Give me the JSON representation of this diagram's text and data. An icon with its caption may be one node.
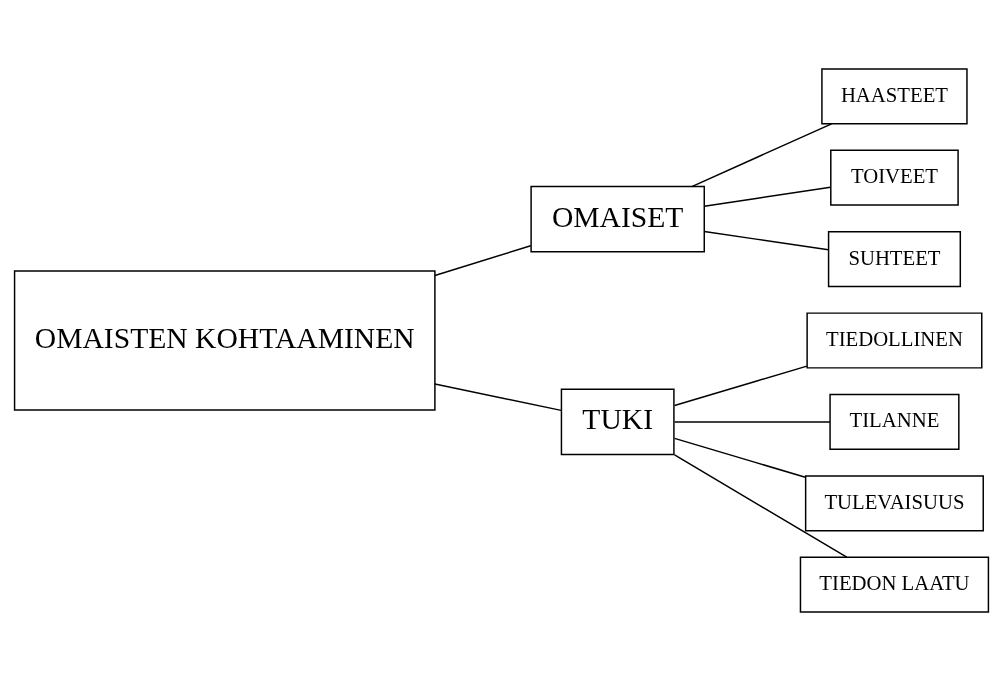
{
  "diagram": {
    "nodes": [
      {
        "text": [
          "OMAISTEN KOHTAAMINEN"
        ]
      },
      {
        "text": [
          "OMAISET"
        ]
      },
      {
        "text": [
          "HAASTEET"
        ]
      },
      {
        "text": [
          "TOIVEET"
        ]
      },
      {
        "text": [
          "SUHTEET"
        ]
      },
      {
        "text": [
          "TUKI"
        ]
      },
      {
        "text": [
          "TIEDOLLINEN"
        ]
      },
      {
        "text": [
          "TILANNE"
        ]
      },
      {
        "text": [
          "TULEVAISUUS"
        ]
      },
      {
        "text": [
          "TIEDON LAATU"
        ]
      }
    ],
    "edges": [
      {
        "from": 0,
        "to": 1,
        "arrow": "none"
      },
      {
        "from": 1,
        "to": 2,
        "arrow": "none"
      },
      {
        "from": 1,
        "to": 3,
        "arrow": "none"
      },
      {
        "from": 1,
        "to": 4,
        "arrow": "none"
      },
      {
        "from": 0,
        "to": 5,
        "arrow": "none"
      },
      {
        "from": 5,
        "to": 6,
        "arrow": "none"
      },
      {
        "from": 5,
        "to": 7,
        "arrow": "none"
      },
      {
        "from": 5,
        "to": 8,
        "arrow": "none"
      },
      {
        "from": 5,
        "to": 9,
        "arrow": "none"
      }
    ]
  }
}
